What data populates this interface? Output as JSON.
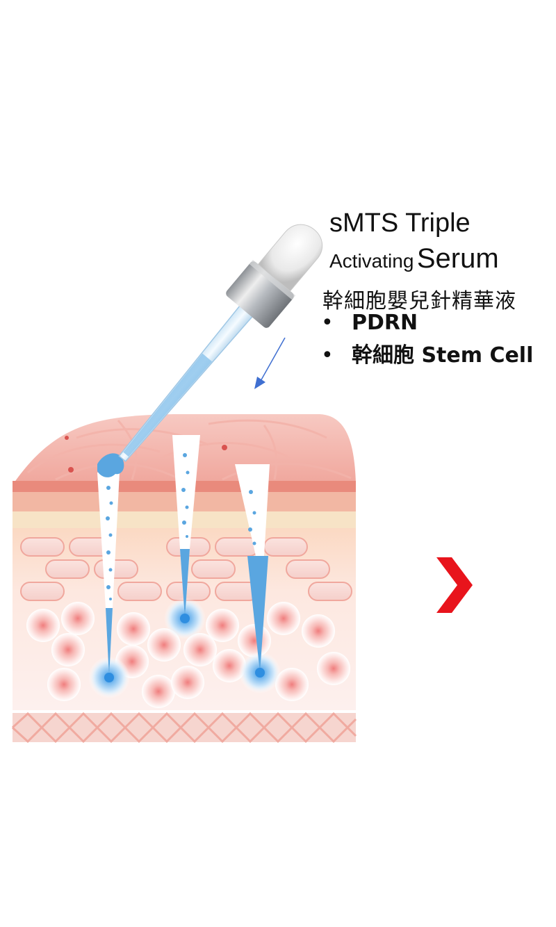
{
  "heading": {
    "line1": "sMTS Triple",
    "line2_small": "Activating",
    "line2_big": "Serum",
    "subtitle": "幹細胞嬰兒針精華液"
  },
  "bullets": [
    {
      "marker": "•",
      "text": "PDRN"
    },
    {
      "marker": "•",
      "text": "幹細胞 Stem Cell"
    }
  ],
  "colors": {
    "serum_blue": "#5aa6e0",
    "next_chevron": "#e8141c",
    "arrow_blue": "#3f6fd1",
    "skin_pink": "#f4c4be",
    "skin_red_band": "#e98a7c"
  },
  "icons": {
    "next": "chevron-right-icon",
    "pointer": "down-left-arrow-icon"
  }
}
